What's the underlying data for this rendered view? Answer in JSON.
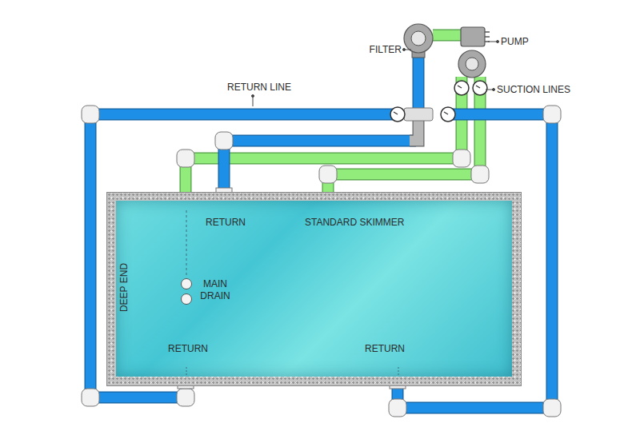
{
  "diagram": {
    "nodes": [
      {
        "text": [
          "RETURN",
          "STANDARD SKIMMER",
          "MAIN DRAIN",
          "DEEP END",
          "RETURN",
          "RETURN"
        ]
      }
    ],
    "labels": [
      "FILTER",
      "PUMP",
      "SUCTION LINES",
      "RETURN LINE"
    ]
  }
}
